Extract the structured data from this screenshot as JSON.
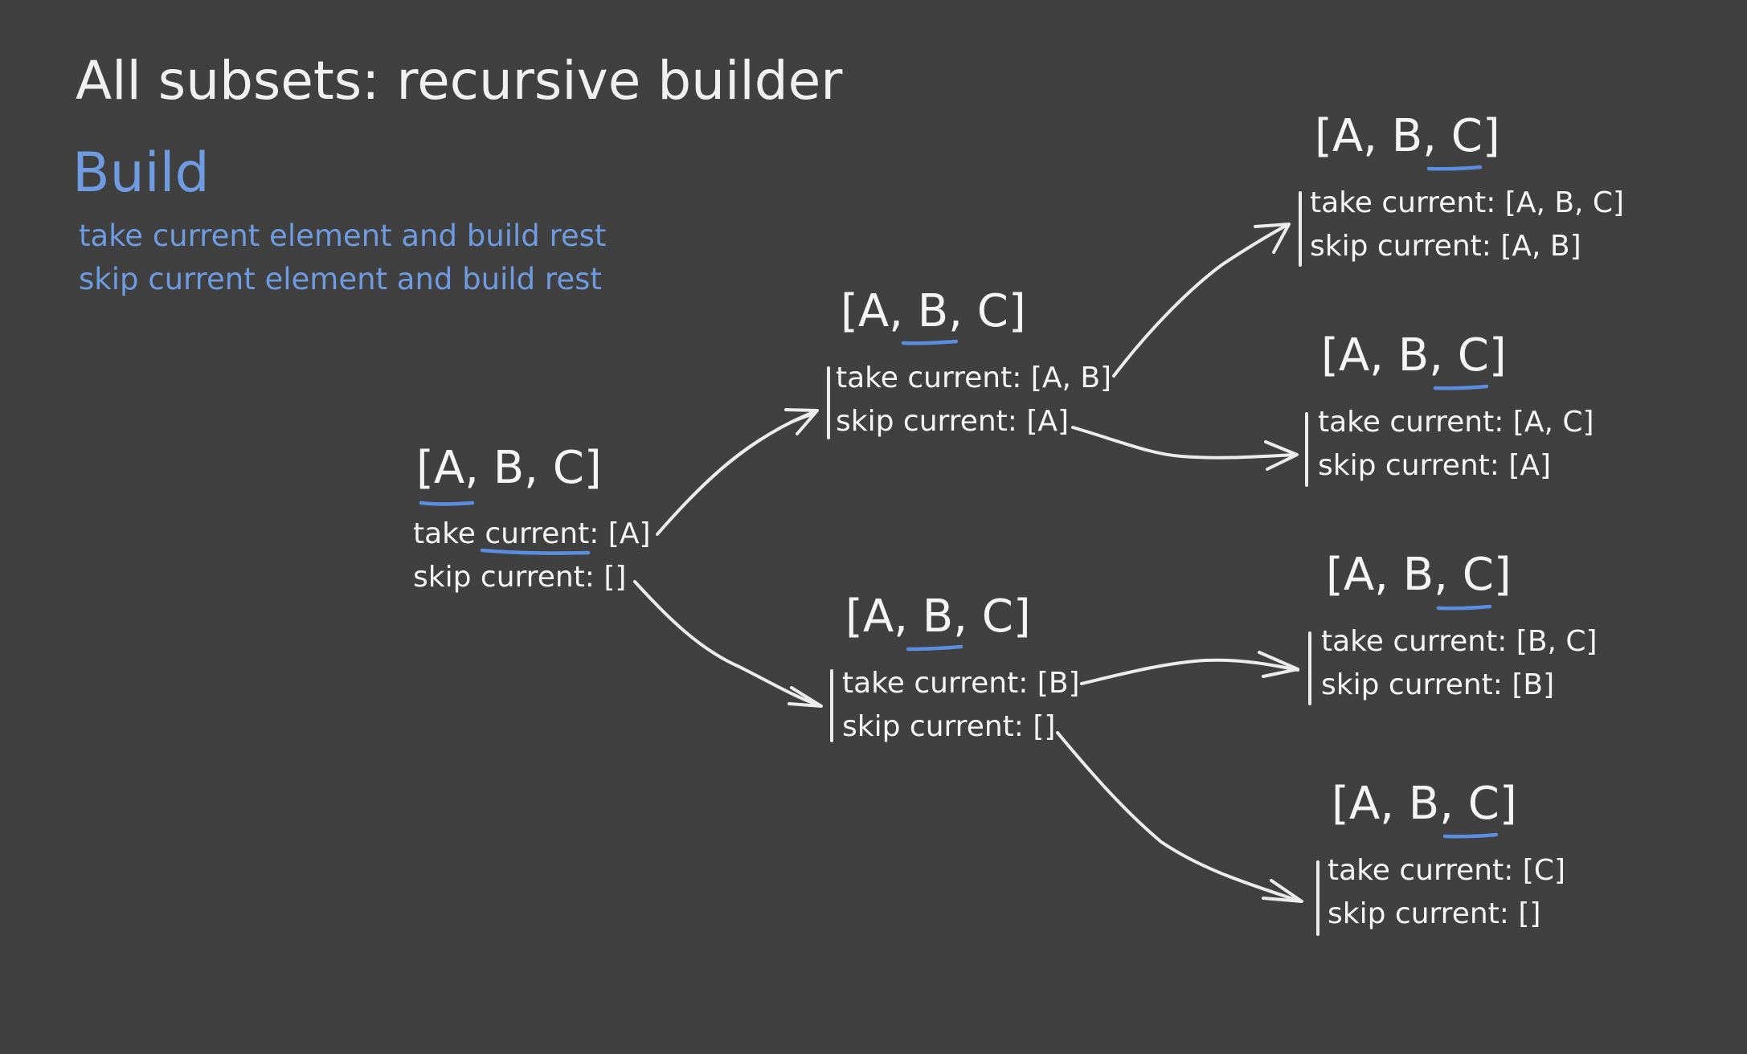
{
  "title": "All subsets: recursive builder",
  "legend": {
    "heading": "Build",
    "lines": [
      "take current element and build rest",
      "skip current element and build rest"
    ]
  },
  "nodes": [
    {
      "label": "[A, B, C]",
      "take": "take current: [A]",
      "skip": "skip current: []"
    },
    {
      "label": "[A, B, C]",
      "take": "take current: [A, B]",
      "skip": "skip current: [A]"
    },
    {
      "label": "[A, B, C]",
      "take": "take current: [B]",
      "skip": "skip current: []"
    },
    {
      "label": "[A, B, C]",
      "take": "take current: [A, B, C]",
      "skip": "skip current: [A, B]"
    },
    {
      "label": "[A, B, C]",
      "take": "take current: [A, C]",
      "skip": "skip current: [A]"
    },
    {
      "label": "[A, B, C]",
      "take": "take current: [B, C]",
      "skip": "skip current: [B]"
    },
    {
      "label": "[A, B, C]",
      "take": "take current: [C]",
      "skip": "skip current: []"
    }
  ],
  "colors": {
    "background": "#404040",
    "foreground": "#f2f2f2",
    "accent": "#6f9be0"
  }
}
